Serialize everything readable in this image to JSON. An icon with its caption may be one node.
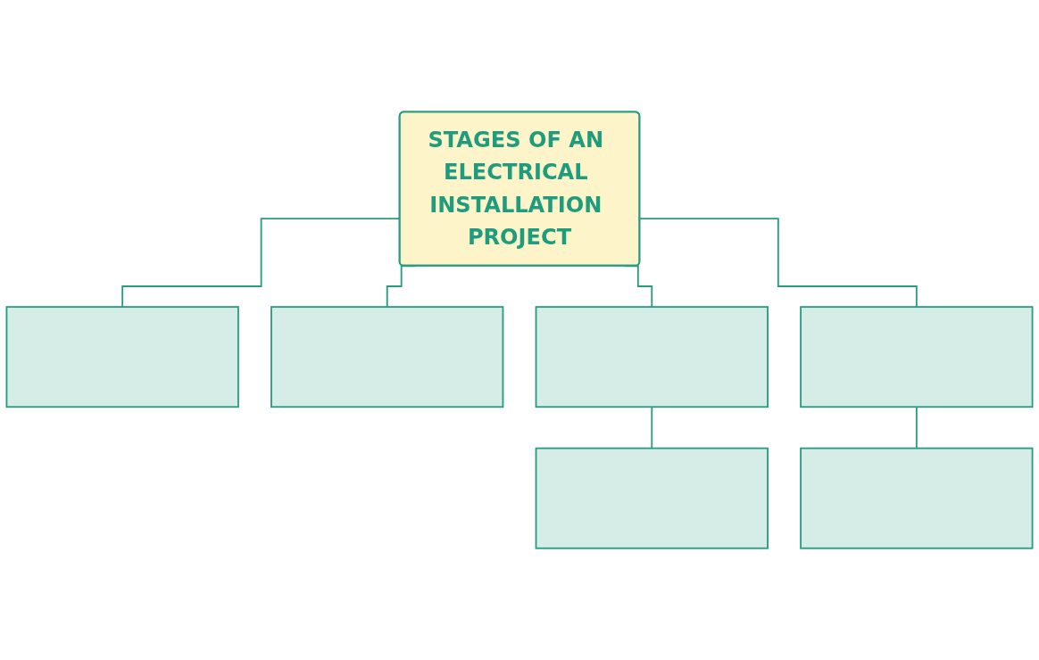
{
  "diagram": {
    "nodes": [
      {
        "text": [
          "STAGES OF AN ELECTRICAL INSTALLATION PROJECT"
        ]
      },
      {
        "text": [],
        "shape": "box"
      },
      {
        "text": [],
        "shape": "box"
      },
      {
        "text": [],
        "shape": "box"
      },
      {
        "text": [],
        "shape": "box"
      },
      {
        "text": [],
        "shape": "box"
      },
      {
        "text": [],
        "shape": "box"
      }
    ],
    "edges": [
      {
        "from": 0,
        "to": 1,
        "arrow": "none"
      },
      {
        "from": 0,
        "to": 2,
        "arrow": "none"
      },
      {
        "from": 0,
        "to": 3,
        "arrow": "none"
      },
      {
        "from": 0,
        "to": 4,
        "arrow": "none"
      },
      {
        "from": 3,
        "to": 5,
        "arrow": "none"
      },
      {
        "from": 4,
        "to": 6,
        "arrow": "none"
      }
    ]
  }
}
